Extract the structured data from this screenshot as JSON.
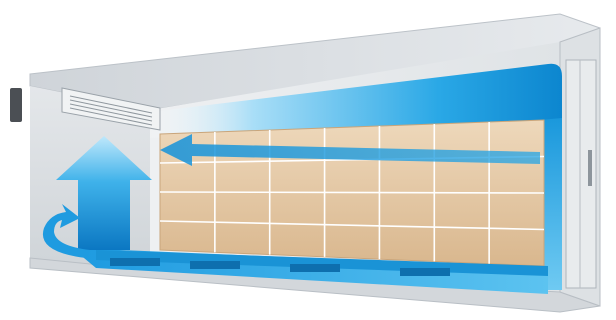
{
  "scene": {
    "subject": "cold-storage-room-airflow",
    "colors": {
      "background": "#ffffff",
      "wall": "#e2e5e8",
      "wall_shadow": "#c7ccd1",
      "ceiling": "#d9dde1",
      "airflow_light": "#cfeefc",
      "airflow_mid": "#36b4ea",
      "airflow_dark": "#0a7fc8",
      "box_face": "#e8cfae",
      "box_edge": "#c9a57b",
      "pallet": "#1a93d6",
      "evaporator": "#f1f3f4",
      "fan_motor": "#4b4f54"
    },
    "pallet_grid": {
      "columns": 7,
      "rows": 4
    }
  }
}
